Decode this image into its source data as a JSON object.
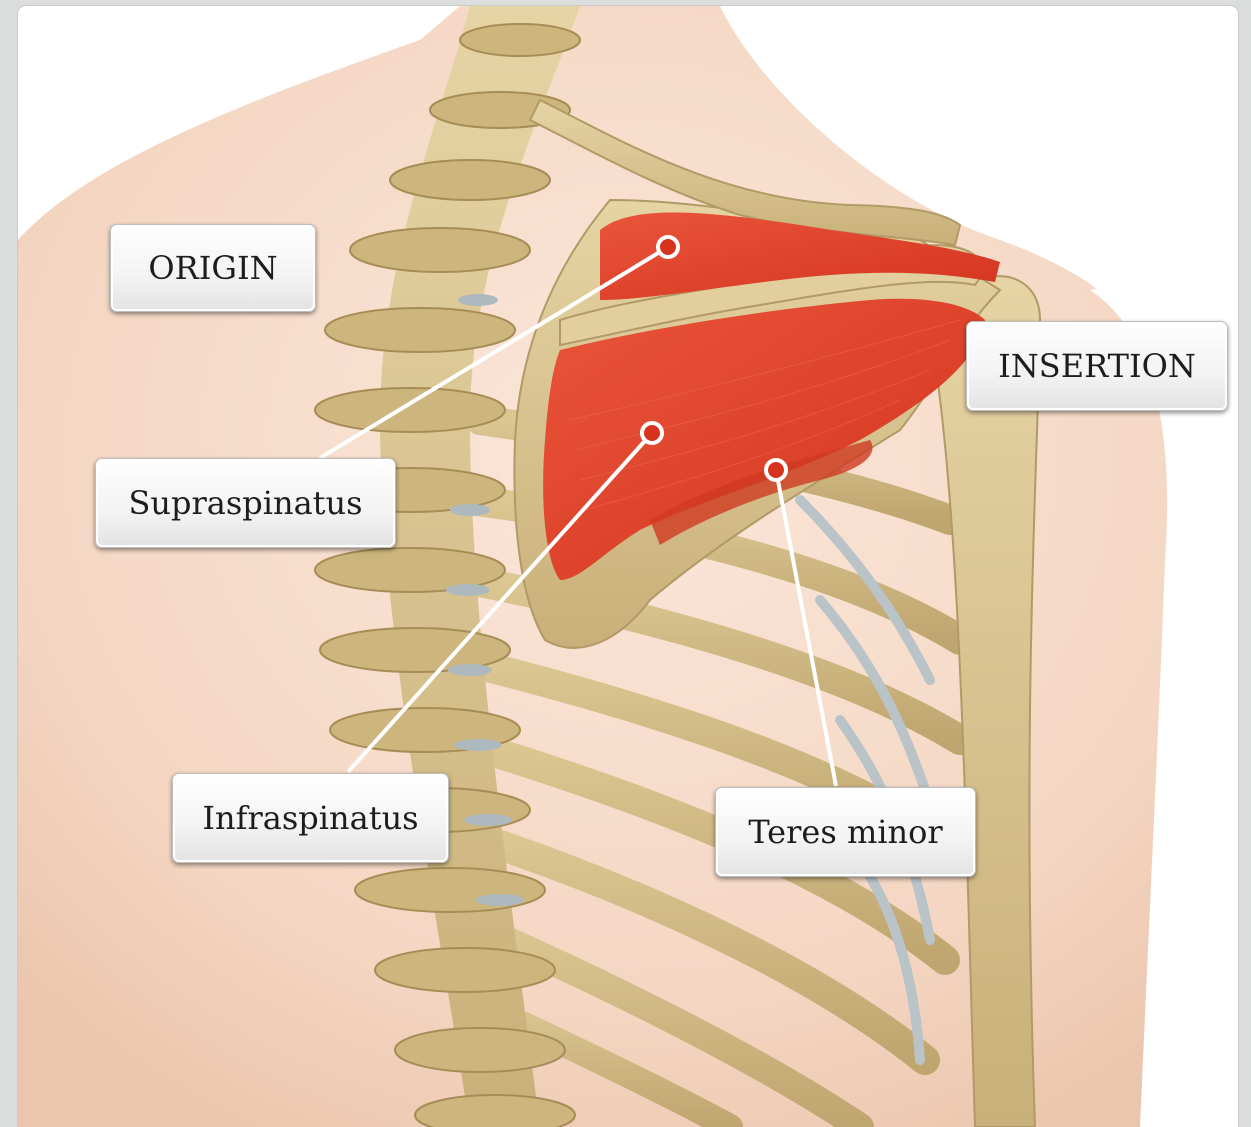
{
  "labels": {
    "origin": "ORIGIN",
    "insertion": "INSERTION",
    "supraspinatus": "Supraspinatus",
    "infraspinatus": "Infraspinatus",
    "teres_minor": "Teres minor"
  },
  "colors": {
    "skin": "#f6dccb",
    "bone": "#d8c38e",
    "muscle": "#e0412b",
    "cartilage": "#b9c3c8"
  }
}
